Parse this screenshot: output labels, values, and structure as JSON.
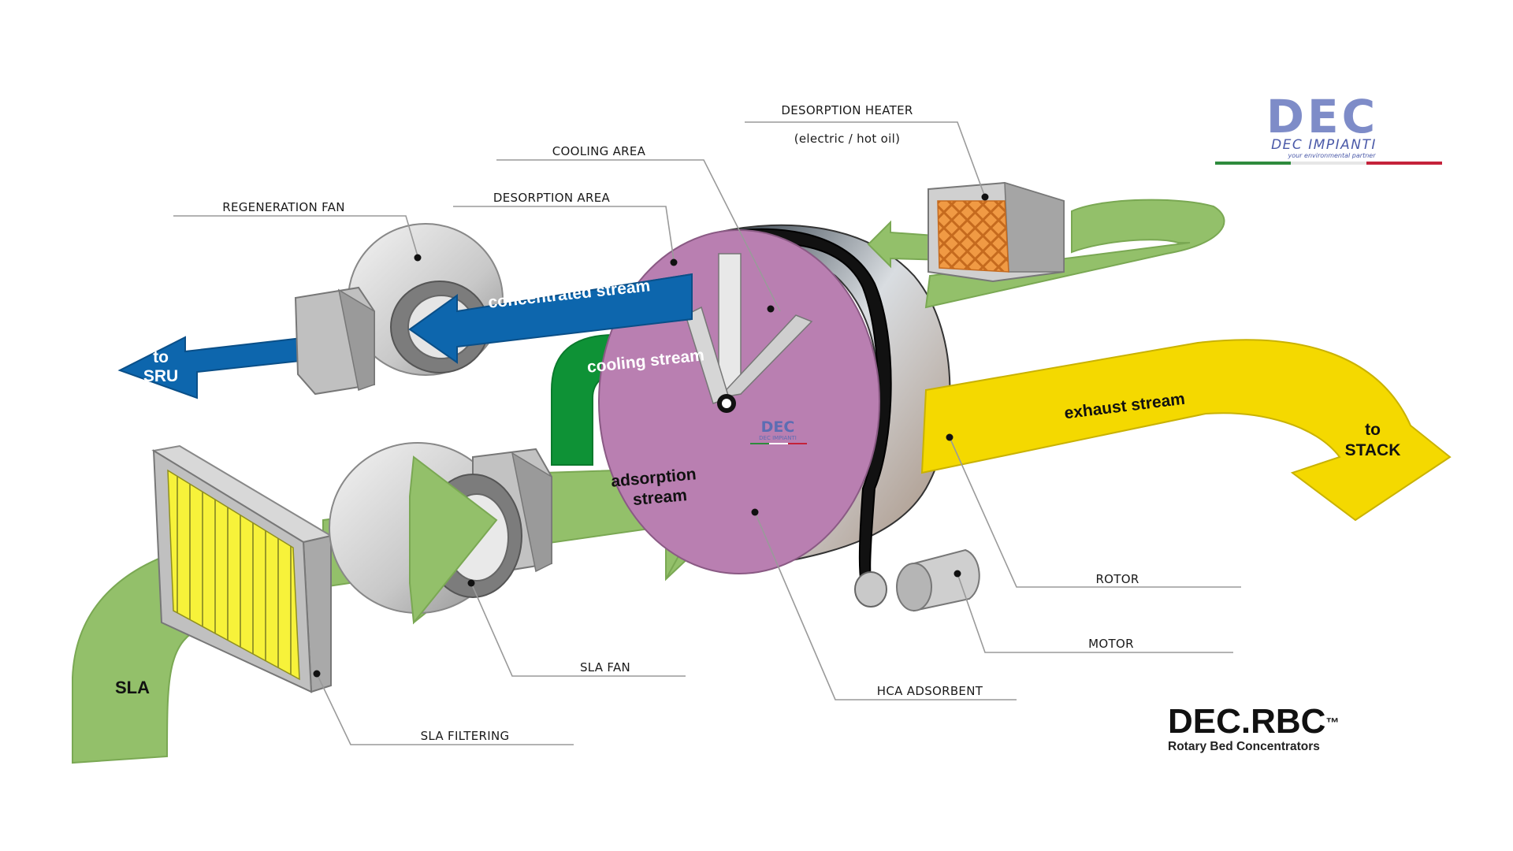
{
  "logo": {
    "wordmark": "DEC",
    "name": "DEC IMPIANTI",
    "tagline": "your environmental partner",
    "colors": {
      "blue": "#5c6db3",
      "green": "#2e8b3d",
      "red": "#c4223a"
    }
  },
  "product": {
    "name": "DEC.RBC",
    "trademark": "™",
    "subtitle": "Rotary Bed Concentrators"
  },
  "labels": {
    "desorption_heater": "DESORPTION HEATER",
    "desorption_heater_note": "(electric / hot oil)",
    "cooling_area": "COOLING AREA",
    "desorption_area": "DESORPTION AREA",
    "regeneration_fan": "REGENERATION FAN",
    "rotor": "ROTOR",
    "motor": "MOTOR",
    "hca_adsorbent": "HCA ADSORBENT",
    "sla_fan": "SLA FAN",
    "sla_filtering": "SLA FILTERING"
  },
  "streams": {
    "concentrated": "concentrated stream",
    "cooling": "cooling stream",
    "adsorption_1": "adsorption",
    "adsorption_2": "stream",
    "exhaust": "exhaust stream",
    "sla": "SLA",
    "to_sru_1": "to",
    "to_sru_2": "SRU",
    "to_stack_1": "to",
    "to_stack_2": "STACK"
  },
  "colors": {
    "green_stream": "#93c06a",
    "green_stream_dark": "#7aa853",
    "dark_green": "#0e9236",
    "blue_stream": "#0d66ad",
    "yellow_stream": "#f4d900",
    "rotor_face": "#b97fb1",
    "filter_yellow": "#f5f02a",
    "heater_orange": "#f08a2c"
  }
}
